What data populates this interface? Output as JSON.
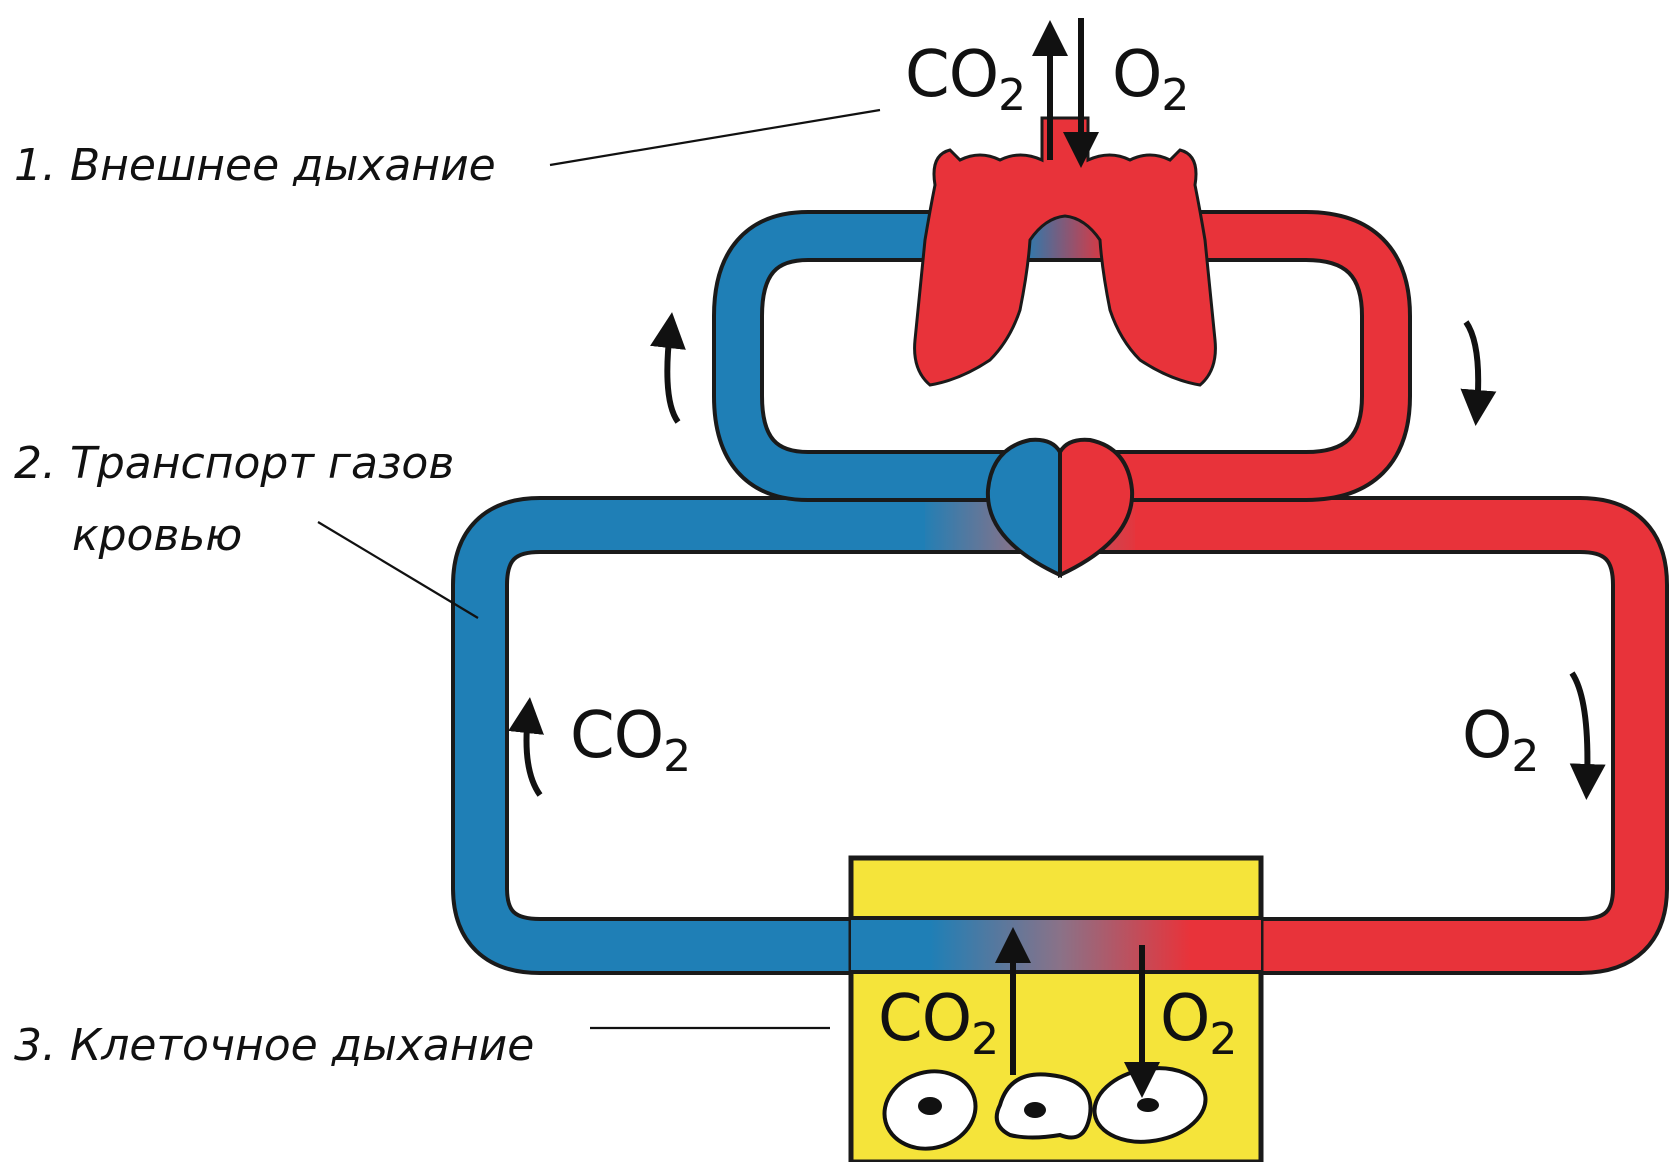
{
  "labels": {
    "external": "1. Внешнее дыхание",
    "transport_line1": "2. Транспорт газов",
    "transport_line2": "кровью",
    "cellular": "3. Клеточное дыхание"
  },
  "gases": {
    "co2_main": "CO",
    "co2_sub": "2",
    "o2_main": "O",
    "o2_sub": "2"
  },
  "colors": {
    "venous_blue": "#1f7fb6",
    "arterial_red": "#e8333a",
    "cell_box_yellow": "#f5e43a",
    "outline": "#1a1a1a"
  }
}
